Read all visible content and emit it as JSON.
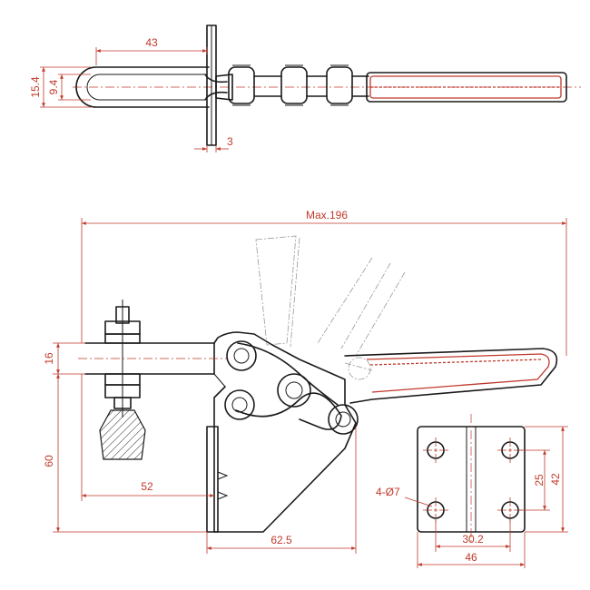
{
  "dimensions": {
    "top_length": "43",
    "outer_width": "15.4",
    "inner_width": "9.4",
    "plate_thickness": "3",
    "max_length": "Max.196",
    "bar_height": "16",
    "overall_height": "60",
    "reach": "52",
    "base_length": "62.5",
    "holes": "4-Ø7",
    "hole_pitch_v": "25",
    "base_height": "42",
    "hole_pitch_h": "30.2",
    "base_width": "46"
  },
  "colors": {
    "outline": "#1a1a1a",
    "dimension": "#c0392b",
    "phantom": "#9a9a9a"
  }
}
